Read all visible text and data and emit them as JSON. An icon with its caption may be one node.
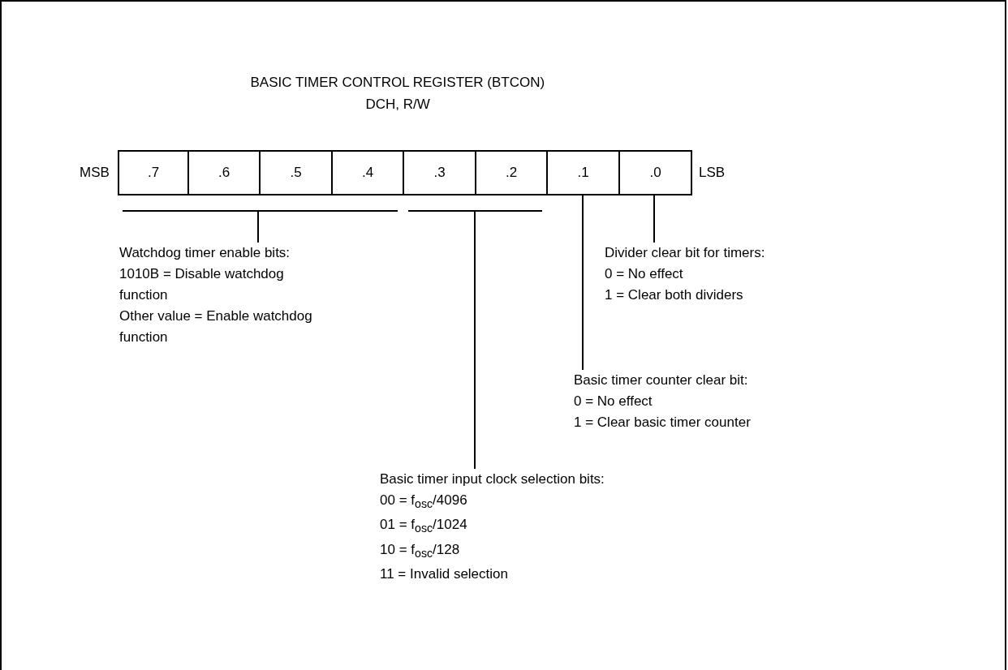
{
  "diagram": {
    "title": "BASIC TIMER CONTROL REGISTER (BTCON)",
    "nodes": [
      {
        "text": [
          ".7"
        ],
        "beside": [
          "MSB"
        ]
      },
      {
        "text": [
          ".6"
        ]
      },
      {
        "text": [
          ".5"
        ]
      },
      {
        "text": [
          ".4"
        ]
      },
      {
        "text": [
          ".3"
        ]
      },
      {
        "text": [
          ".2"
        ]
      },
      {
        "text": [
          ".1"
        ]
      },
      {
        "text": [
          ".0"
        ],
        "beside": [
          "LSB"
        ]
      },
      {
        "text": [],
        "shape": "bar"
      },
      {
        "text": [],
        "shape": "bar"
      },
      {
        "text": [
          "Watchdog timer enable bits:",
          "1010B = Disable watchdog function",
          "Other value = Enable watchdog function"
        ]
      },
      {
        "text": [
          "Divider clear bit for timers:",
          "0 = No effect",
          "1 = Clear both dividers"
        ]
      },
      {
        "text": [
          "Basic timer counter clear bit:",
          "0 = No effect",
          "1 = Clear basic timer counter"
        ]
      },
      {
        "text": [
          "Basic timer input clock selection bits:",
          "00 = f$_{osc}$/4096",
          "01 = f$_{osc}$/1024",
          "10 = f$_{osc}$/128",
          "11 = Invalid selection"
        ]
      }
    ],
    "edges": [
      {
        "from": 10,
        "to": 8,
        "arrow": "none"
      },
      {
        "from": 13,
        "to": 9,
        "arrow": "none"
      },
      {
        "from": 12,
        "to": 6,
        "arrow": "none"
      },
      {
        "from": 11,
        "to": 7,
        "arrow": "none"
      }
    ],
    "labels": [
      "DCH, R/W"
    ]
  }
}
